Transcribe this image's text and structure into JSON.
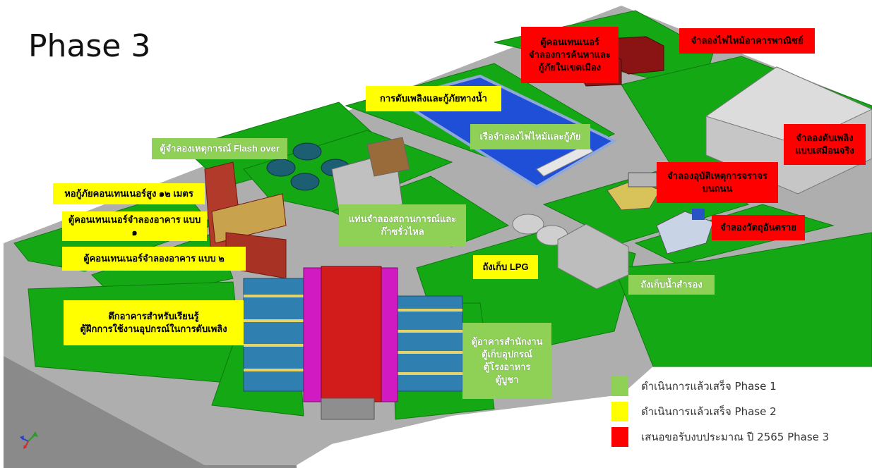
{
  "title": "Phase 3",
  "colors": {
    "ground": "#aeaeae",
    "grass": "#14a814",
    "phase1": "#8fd157",
    "phase2": "#ffff00",
    "phase3": "#ff0000",
    "water": "#1f4fd6"
  },
  "labels": {
    "flash_over": "ตู้จำลองเหตุการณ์ Flash over",
    "tower_12m": "หอกู้ภัยคอนเทนเนอร์สูง ๑๒ เมตร",
    "container_type1": "ตู้คอนเทนเนอร์จำลองอาคาร แบบ ๑",
    "container_type2": "ตู้คอนเทนเนอร์จำลองอาคาร แบบ ๒",
    "classroom_line1": "ตึกอาคารสำหรับเรียนรู้",
    "classroom_line2": "ตู้ฝึกการใช้งานอุปกรณ์ในการดับเพลิง",
    "water_rescue": "การดับเพลิงและกู้ภัยทางน้ำ",
    "boat_sim": "เรือจำลองไฟไหม้และกู้ภัย",
    "leak_line1": "แท่นจำลองสถานการณ์และ",
    "leak_line2": "ก๊าซรั่วไหล",
    "lpg_tank": "ถังเก็บ LPG",
    "reserve_water": "ถังเก็บน้ำสำรอง",
    "office_line1": "ตู้อาคารสำนักงาน",
    "office_line2": "ตู้เก็บอุปกรณ์",
    "office_line3": "ตู้โรงอาหาร",
    "office_line4": "ตู้บูชา",
    "urban_line1": "ตู้คอนเทนเนอร์",
    "urban_line2": "จำลองการค้นหาและ",
    "urban_line3": "กู้ภัยในเขตเมือง",
    "commercial_fire": "จำลองไฟไหม้อาคารพาณิชย์",
    "flashover_line1": "จำลองดับเพลิง",
    "flashover_line2": "แบบเสมือนจริง",
    "traffic_line1": "จำลองอุบัติเหตุการจราจร",
    "traffic_line2": "บนถนน",
    "hazmat": "จำลองวัตถุอันตราย"
  },
  "legend": [
    {
      "color": "#8fd157",
      "text": "ดำเนินการแล้วเสร็จ Phase 1"
    },
    {
      "color": "#ffff00",
      "text": "ดำเนินการแล้วเสร็จ Phase 2"
    },
    {
      "color": "#ff0000",
      "text": "เสนอขอรับงบประมาณ ปี 2565 Phase 3"
    }
  ]
}
